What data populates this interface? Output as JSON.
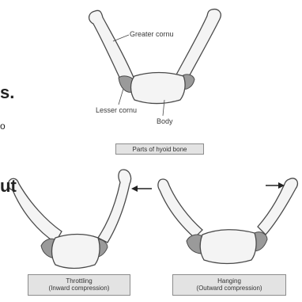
{
  "labels": {
    "greater_cornu": "Greater cornu",
    "lesser_cornu": "Lesser cornu",
    "body": "Body"
  },
  "captions": {
    "parts": "Parts of hyoid bone",
    "throttling_line1": "Throttling",
    "throttling_line2": "(Inward compression)",
    "hanging_line1": "Hanging",
    "hanging_line2": "(Outward compression)"
  },
  "fragments": {
    "left_top": "s.",
    "left_mid": "o",
    "left_bottom": "ut"
  },
  "colors": {
    "bone_fill": "#f4f4f4",
    "bone_stroke": "#4a4a4a",
    "shade": "#9a9a9a",
    "caption_bg": "#e3e3e3"
  }
}
